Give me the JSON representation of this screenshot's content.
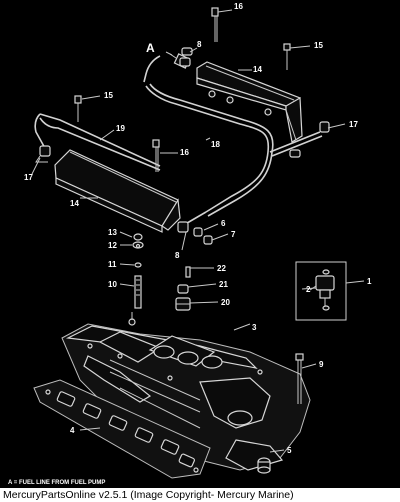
{
  "diagram": {
    "callouts": {
      "p16_top": "16",
      "p8_top": "8",
      "p15_right": "15",
      "p14_right": "14",
      "p15_left": "15",
      "p17_right": "17",
      "p19": "19",
      "p16_mid": "16",
      "p18": "18",
      "p17_left": "17",
      "p14_left": "14",
      "p6": "6",
      "p7": "7",
      "p8_bottom": "8",
      "p13": "13",
      "p12": "12",
      "p11": "11",
      "p10": "10",
      "p22": "22",
      "p21": "21",
      "p20": "20",
      "p1": "1",
      "p2": "2",
      "p3": "3",
      "p9": "9",
      "p4": "4",
      "p5": "5"
    },
    "marker_a": "A",
    "legend": "A = FUEL LINE FROM FUEL PUMP"
  },
  "footer": {
    "text": "MercuryPartsOnline v2.5.1 (Image Copyright- Mercury Marine)"
  }
}
